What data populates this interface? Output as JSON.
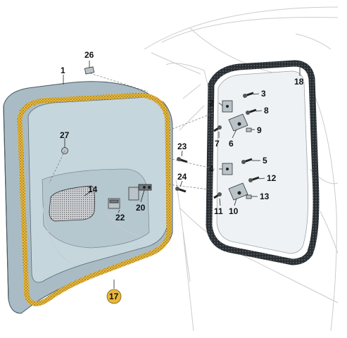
{
  "diagram": {
    "callouts": {
      "c1": "1",
      "c2": "2",
      "c3": "3",
      "c4": "4",
      "c5": "5",
      "c6": "6",
      "c7": "7",
      "c8": "8",
      "c9": "9",
      "c10": "10",
      "c11": "11",
      "c12": "12",
      "c13": "13",
      "c14": "14",
      "c17": "17",
      "c18": "18",
      "c20": "20",
      "c22": "22",
      "c23": "23",
      "c24": "24",
      "c26": "26",
      "c27": "27"
    },
    "colors": {
      "seal_yellow": "#e8b83a",
      "door_panel": "#c6d6dd",
      "door_shell": "#a9bcc5",
      "body_outline": "#c9ccd0"
    }
  }
}
